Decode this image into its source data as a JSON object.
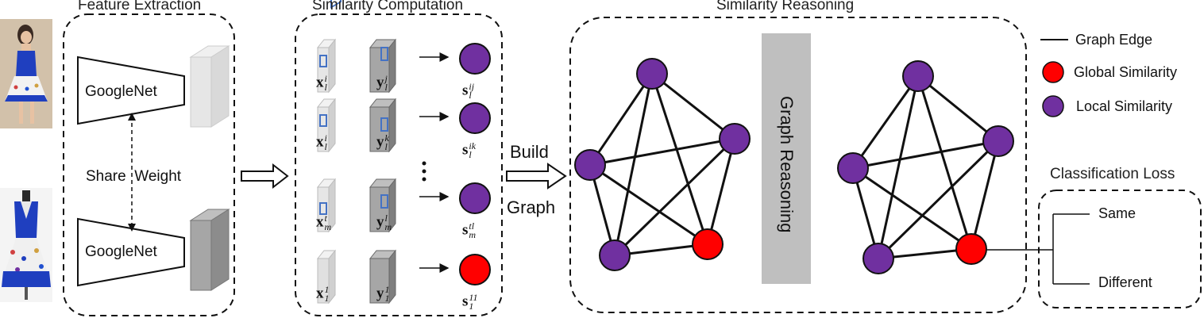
{
  "sections": {
    "feature_extraction": "Feature Extraction",
    "similarity_computation": "Similarity Computation",
    "similarity_reasoning": "Similarity Reasoning",
    "classification_loss": "Classification Loss"
  },
  "feature_extraction": {
    "net_top": "GoogleNet",
    "net_bottom": "GoogleNet",
    "share_weight": "Share  Weight"
  },
  "similarity_rows": [
    {
      "x_base": "x",
      "x_sub": "l",
      "x_sup": "i",
      "y_base": "y",
      "y_sub": "l",
      "y_sup": "j",
      "s_base": "s",
      "s_sub": "l",
      "s_sup": "ij",
      "node_type": "local"
    },
    {
      "x_base": "x",
      "x_sub": "l",
      "x_sup": "i",
      "y_base": "y",
      "y_sub": "l",
      "y_sup": "k",
      "s_base": "s",
      "s_sub": "l",
      "s_sup": "ik",
      "node_type": "local"
    },
    {
      "x_base": "x",
      "x_sub": "m",
      "x_sup": "t",
      "y_base": "y",
      "y_sub": "m",
      "y_sup": "l",
      "s_base": "s",
      "s_sub": "m",
      "s_sup": "tl",
      "node_type": "local"
    },
    {
      "x_base": "x",
      "x_sub": "1",
      "x_sup": "1",
      "y_base": "y",
      "y_sub": "1",
      "y_sup": "1",
      "s_base": "s",
      "s_sub": "1",
      "s_sup": "11",
      "node_type": "global"
    }
  ],
  "ellipsis": "⋮",
  "build_graph": {
    "line1": "Build",
    "line2": "Graph"
  },
  "graph_reasoning": "Graph Reasoning",
  "legend": {
    "edge": "Graph Edge",
    "global": "Global Similarity",
    "local": "Local Similarity"
  },
  "outputs": {
    "same": "Same",
    "different": "Different"
  },
  "colors": {
    "local_node": "#7030a0",
    "global_node": "#ff0000",
    "reason_box": "#bfbfbf",
    "cube_light": "#e6e6e6",
    "cube_dark": "#a6a6a6",
    "patch_blue": "#4472c4",
    "dress": "#1f3fbf"
  }
}
